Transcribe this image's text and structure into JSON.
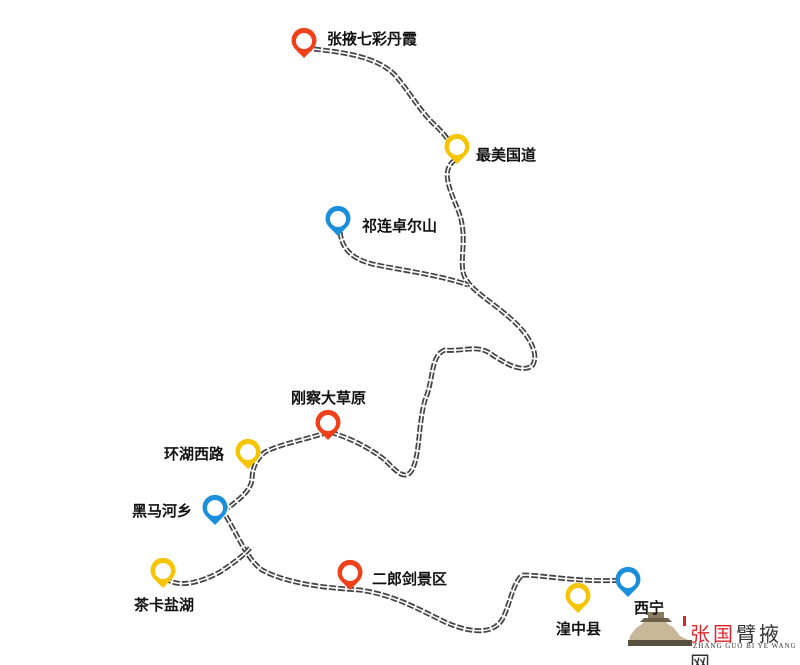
{
  "title": "张掖—西宁 自驾路线图",
  "colors": {
    "red": "#f0401a",
    "yellow": "#f6c400",
    "blue": "#1b8fd9",
    "route": "#444444"
  },
  "places": [
    {
      "id": "zhangye",
      "name": "张掖七彩丹霞",
      "color": "red"
    },
    {
      "id": "zuimei",
      "name": "最美国道",
      "color": "yellow"
    },
    {
      "id": "qilian",
      "name": "祁连卓尔山",
      "color": "blue"
    },
    {
      "id": "gangcha",
      "name": "刚察大草原",
      "color": "red"
    },
    {
      "id": "huanhu",
      "name": "环湖西路",
      "color": "yellow"
    },
    {
      "id": "heima",
      "name": "黑马河乡",
      "color": "blue"
    },
    {
      "id": "chaka",
      "name": "茶卡盐湖",
      "color": "yellow"
    },
    {
      "id": "erlang",
      "name": "二郎剑景区",
      "color": "red"
    },
    {
      "id": "huangzhong",
      "name": "湟中县",
      "color": "yellow"
    },
    {
      "id": "xining",
      "name": "西宁",
      "color": "blue"
    }
  ],
  "watermark": {
    "cn_red": "张国",
    "cn_dark": "臂掖网",
    "en": "ZHANG GUO BI YE WANG"
  }
}
